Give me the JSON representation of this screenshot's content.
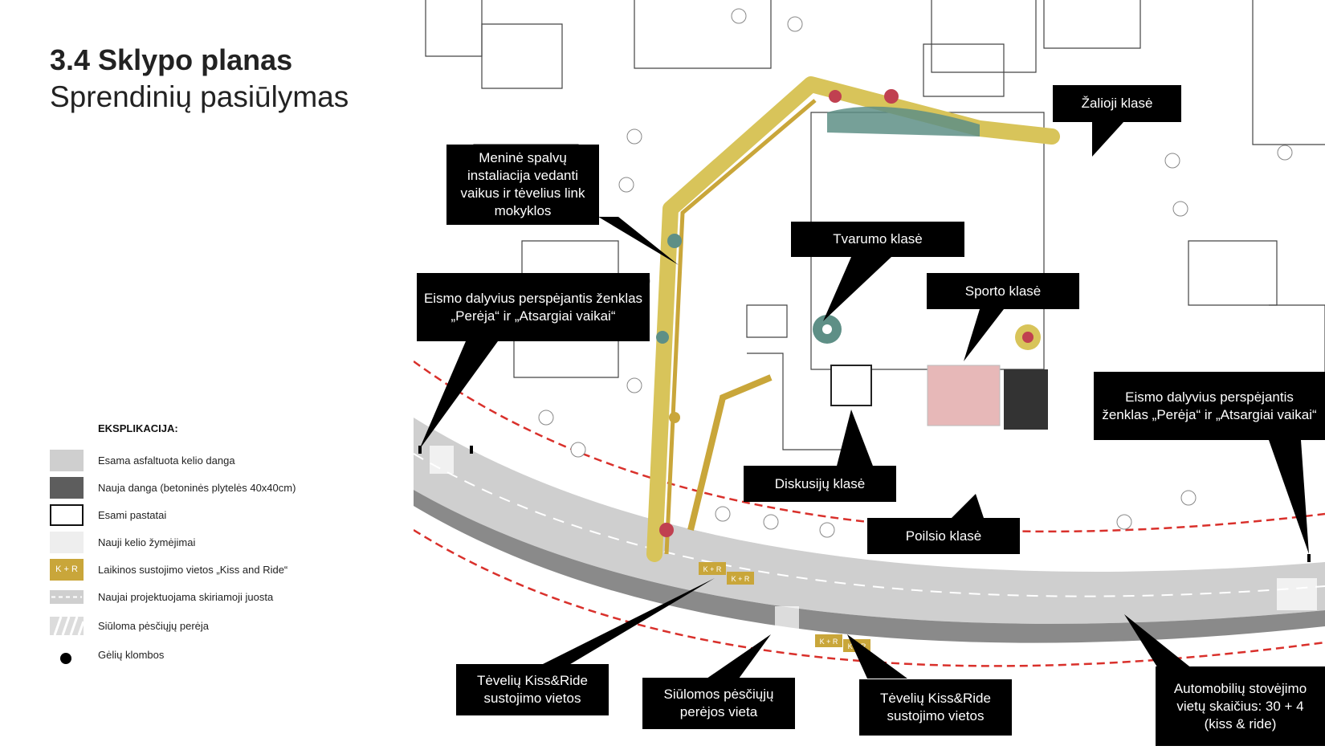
{
  "title": "3.4 Sklypo planas",
  "subtitle": "Sprendinių pasiūlymas",
  "legend": {
    "heading": "EKSPLIKACIJA:",
    "items": [
      {
        "label": "Esama asfaltuota kelio danga",
        "swatch": "asphalt",
        "color": "#cfcfcf"
      },
      {
        "label": "Nauja danga (betoninės plytelės 40x40cm)",
        "swatch": "new-paving",
        "color": "#5d5d5d"
      },
      {
        "label": "Esami pastatai",
        "swatch": "buildings",
        "color": "#ffffff"
      },
      {
        "label": "Nauji kelio žymėjimai",
        "swatch": "road-markings",
        "color": "#eeeeee"
      },
      {
        "label": "Laikinos sustojimo vietos „Kiss and Ride“",
        "swatch": "kiss-ride",
        "color": "#c9a63a",
        "badge": "K + R"
      },
      {
        "label": "Naujai projektuojama skiriamoji juosta",
        "swatch": "divider-lane",
        "color": "#cfcfcf"
      },
      {
        "label": "Siūloma pėsčiųjų perėja",
        "swatch": "crossing",
        "color": "#dcdcdc"
      },
      {
        "label": "Gėlių klombos",
        "swatch": "flowerbed",
        "color": "#000000"
      }
    ]
  },
  "map_labels": {
    "kiss_ride_badge": "K + R"
  },
  "callouts": [
    {
      "id": "art-installation",
      "text": "Meninė spalvų instaliacija vedanti vaikus ir tėvelius link mokyklos"
    },
    {
      "id": "green-class",
      "text": "Žalioji klasė"
    },
    {
      "id": "sustainability-class",
      "text": "Tvarumo klasė"
    },
    {
      "id": "sports-class",
      "text": "Sporto klasė"
    },
    {
      "id": "warning-sign-left",
      "text": "Eismo dalyvius perspėjantis ženklas „Perėja“ ir „Atsargiai vaikai“"
    },
    {
      "id": "warning-sign-right",
      "text": "Eismo dalyvius perspėjantis ženklas „Perėja“ ir „Atsargiai vaikai“"
    },
    {
      "id": "discussion-class",
      "text": "Diskusijų klasė"
    },
    {
      "id": "rest-class",
      "text": "Poilsio klasė"
    },
    {
      "id": "kiss-ride-left",
      "text": "Tėvelių Kiss&Ride sustojimo vietos"
    },
    {
      "id": "crossing-proposed",
      "text": "Siūlomos pėsčiųjų perėjos vieta"
    },
    {
      "id": "kiss-ride-right",
      "text": "Tėvelių Kiss&Ride sustojimo vietos"
    },
    {
      "id": "parking-count",
      "text": "Automobilių stovėjimo vietų skaičius: 30 + 4 (kiss & ride)"
    }
  ],
  "colors": {
    "road": "#cfcfcf",
    "road_edge": "#8a8a8a",
    "route_yellow": "#d8c45a",
    "route_gold": "#c9a63a",
    "teal": "#5e8f86",
    "red_line": "#d9302b",
    "sports_field": "#e7b8b8"
  }
}
